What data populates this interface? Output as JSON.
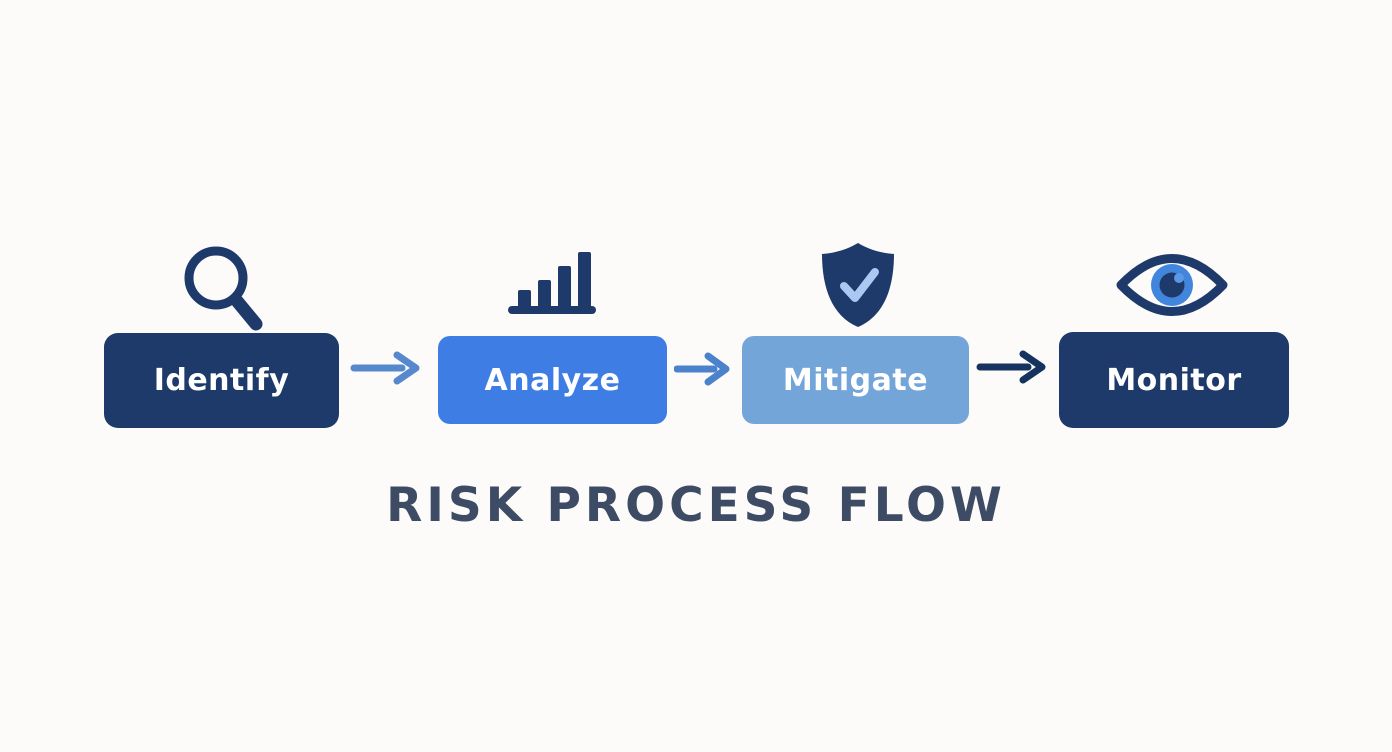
{
  "title": "RISK PROCESS FLOW",
  "title_color": "#3d4c64",
  "background": "#fcfbf9",
  "steps": [
    {
      "label": "Identify",
      "icon": "magnifier-icon",
      "box_color": "#1e3a6b",
      "label_color": "#ffffff"
    },
    {
      "label": "Analyze",
      "icon": "bar-chart-icon",
      "box_color": "#3d7de4",
      "label_color": "#ffffff"
    },
    {
      "label": "Mitigate",
      "icon": "shield-check-icon",
      "box_color": "#74a5d9",
      "label_color": "#ffffff"
    },
    {
      "label": "Monitor",
      "icon": "eye-icon",
      "box_color": "#1e3a6b",
      "label_color": "#ffffff"
    }
  ],
  "arrows": [
    {
      "color": "#5588cc"
    },
    {
      "color": "#4a82cc"
    },
    {
      "color": "#16325f"
    }
  ],
  "icon_colors": {
    "navy": "#1e3a6b",
    "shield_check": "#a9c9f2",
    "eye_iris": "#4285dc",
    "eye_highlight": "#5b97e8"
  }
}
